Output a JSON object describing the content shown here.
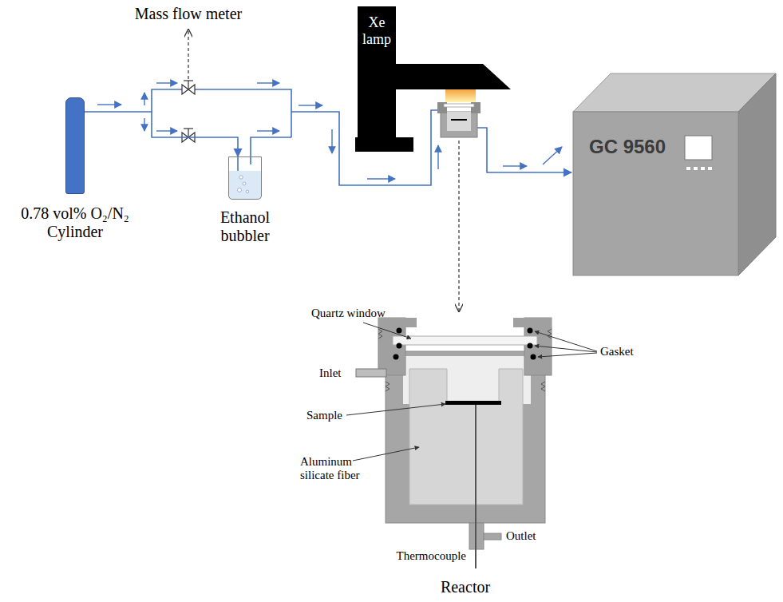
{
  "diagram": {
    "nodes": [
      {
        "text": [
          "0.78 vol% O₂/N₂ Cylinder"
        ]
      },
      {
        "text": [
          "Ethanol bubbler"
        ]
      },
      {
        "text": [
          "Xe lamp"
        ]
      },
      {
        "text": [
          "GC 9560"
        ]
      },
      {
        "text": [
          "Reactor"
        ]
      }
    ],
    "edges": [
      {
        "from": 0,
        "to": 1,
        "arrow": "to"
      }
    ],
    "labels": [
      "Mass flow meter",
      "Quartz window",
      "Gasket",
      "Inlet",
      "Sample",
      "Aluminum silicate fiber",
      "Outlet",
      "Thermocouple"
    ]
  }
}
